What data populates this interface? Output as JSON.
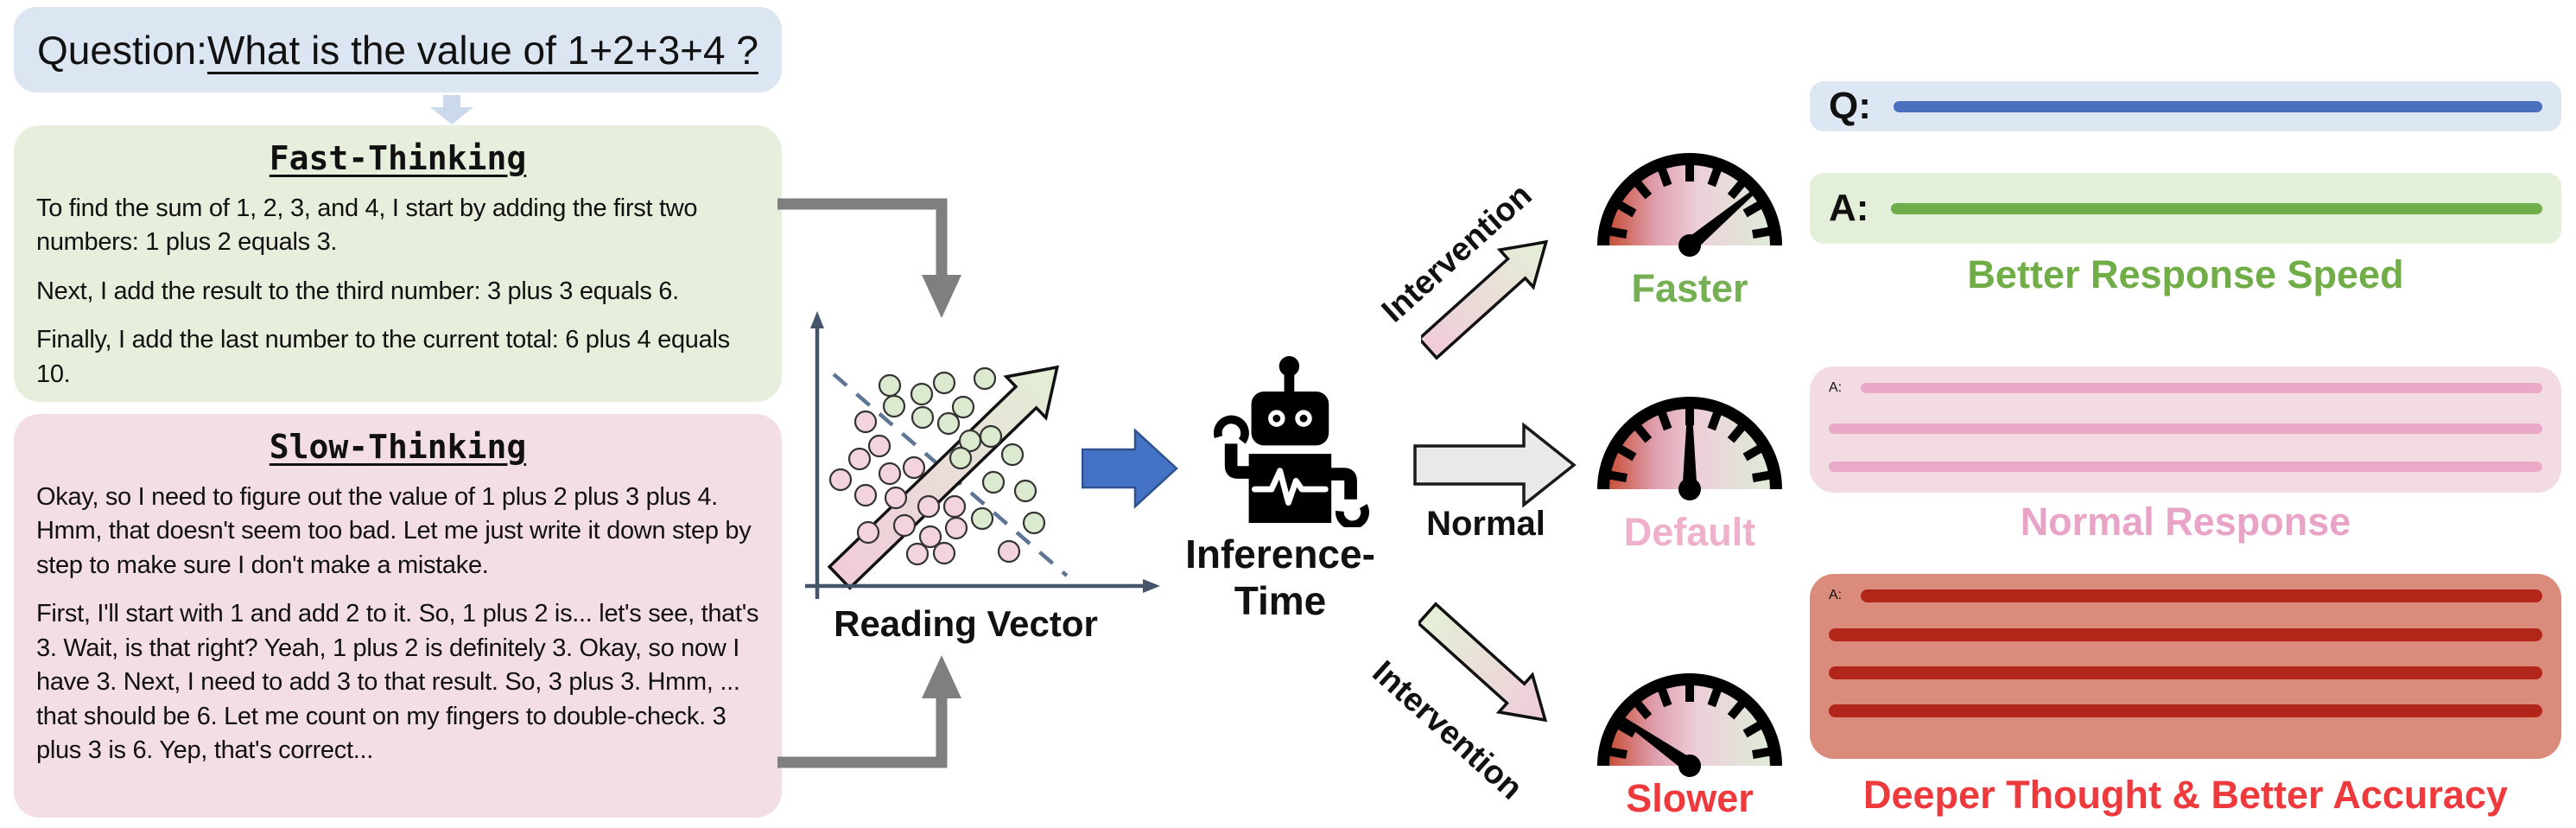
{
  "question": {
    "prefix": "Question: ",
    "highlight": "What is the value of 1+2+3+4 ?"
  },
  "fast_thinking": {
    "title": "Fast-Thinking",
    "paragraphs": [
      "To find the sum of 1, 2, 3, and 4, I start by adding the first two numbers: 1 plus 2 equals 3.",
      "Next, I add the result to the third number: 3 plus 3 equals 6.",
      "Finally, I add the last number to the current total: 6 plus 4 equals 10."
    ]
  },
  "slow_thinking": {
    "title": "Slow-Thinking",
    "paragraphs": [
      "Okay, so I need to figure out the value of 1 plus 2 plus 3 plus 4. Hmm, that doesn't seem too bad. Let me just write it down step by step to make sure I don't make a mistake.",
      "First, I'll start with 1 and add 2 to it. So, 1 plus 2 is... let's see, that's 3. Wait, is that right? Yeah, 1 plus 2 is definitely 3. Okay, so now I have 3.  Next, I need to add 3 to that result. So, 3 plus 3. Hmm, ... that should be 6. Let me count on my fingers to double-check. 3 plus 3 is 6. Yep, that's correct..."
    ]
  },
  "scatter": {
    "caption": "Reading Vector"
  },
  "model": {
    "caption": "Inference-Time"
  },
  "branches": {
    "top_arrow_label": "Intervention",
    "middle_arrow_label": "Normal",
    "bottom_arrow_label": "Intervention",
    "top_gauge_label": "Faster",
    "middle_gauge_label": "Default",
    "bottom_gauge_label": "Slower"
  },
  "responses": {
    "q_label": "Q:",
    "a_label_fast": "A:",
    "a_label_normal": "A:",
    "a_label_slow": "A:",
    "fast_caption": "Better Response Speed",
    "normal_caption": "Normal Response",
    "slow_caption": "Deeper Thought & Better Accuracy"
  },
  "colors": {
    "question_box_bg": "#dce6f2",
    "fast_box_bg": "#e6efdc",
    "slow_box_bg": "#f3dee6",
    "accent_green": "#70ad47",
    "accent_pink": "#e8a3c6",
    "accent_red": "#ee3a3c",
    "dark_red_line": "#b2261a",
    "salmon_bg": "#db8b7b",
    "query_blue_line": "#4a6fbd",
    "blue_arrow": "#4472c4",
    "connector_gray": "#7f7f7f",
    "axis_slate": "#44546a"
  }
}
